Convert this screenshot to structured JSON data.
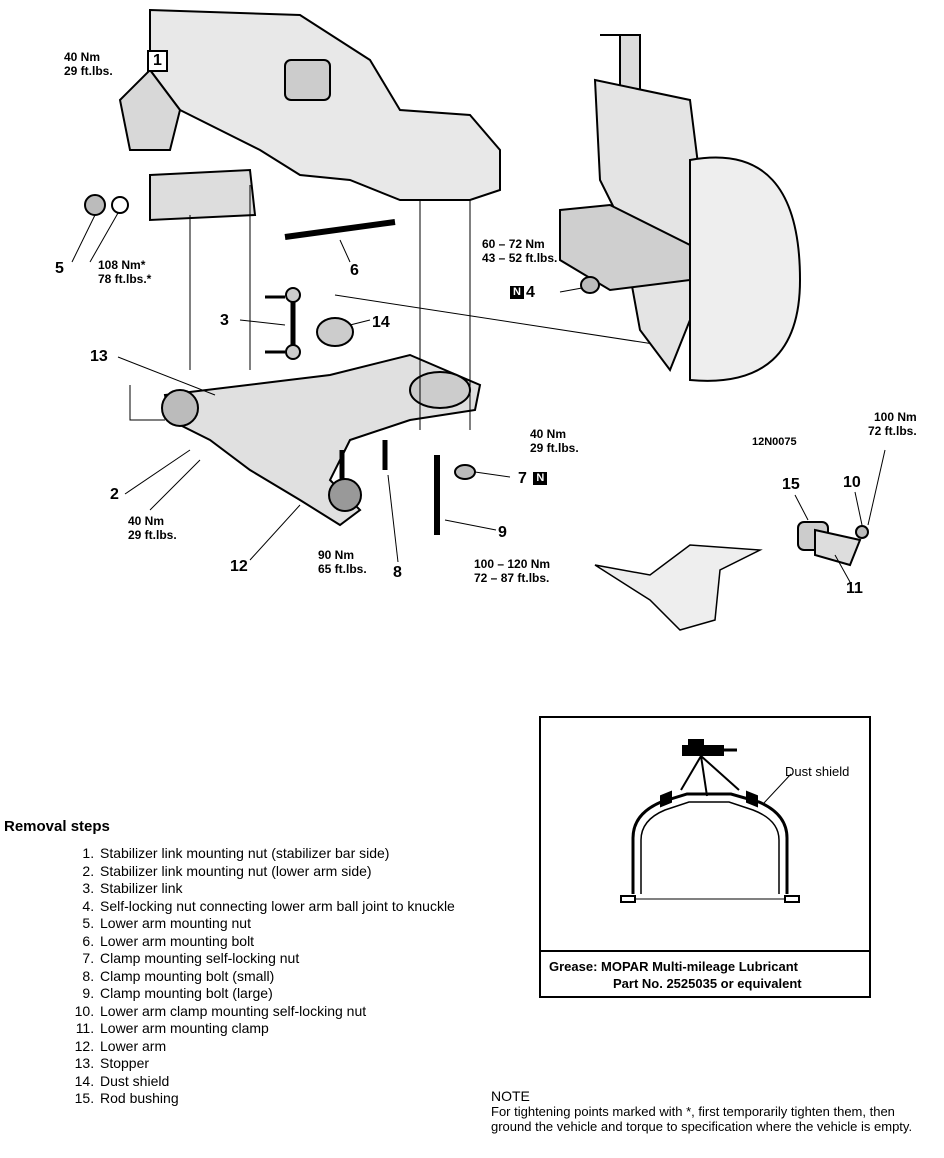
{
  "figure_code": "12N0075",
  "callouts": {
    "c1": "1",
    "c2": "2",
    "c3": "3",
    "c4": "4",
    "c5": "5",
    "c6": "6",
    "c7": "7",
    "c8": "8",
    "c9": "9",
    "c10": "10",
    "c11": "11",
    "c12": "12",
    "c13": "13",
    "c14": "14",
    "c15": "15"
  },
  "torques": {
    "t1": "40 Nm\n29 ft.lbs.",
    "t2": "40 Nm\n29 ft.lbs.",
    "t4": "60 – 72 Nm\n43 – 52 ft.lbs.",
    "t5": "108 Nm*\n78 ft.lbs.*",
    "t7": "40 Nm\n29 ft.lbs.",
    "t8": "90 Nm\n65 ft.lbs.",
    "t9": "100 – 120 Nm\n72 – 87 ft.lbs.",
    "t10": "100 Nm\n72 ft.lbs."
  },
  "badge_new": "N",
  "removal": {
    "title": "Removal steps",
    "steps": [
      "Stabilizer link mounting nut (stabilizer bar side)",
      "Stabilizer link mounting nut (lower arm side)",
      "Stabilizer link",
      "Self-locking nut connecting lower arm ball joint to knuckle",
      "Lower arm mounting nut",
      "Lower arm mounting bolt",
      "Clamp mounting self-locking nut",
      "Clamp mounting bolt (small)",
      "Clamp mounting bolt (large)",
      "Lower arm clamp mounting self-locking nut",
      "Lower arm mounting clamp",
      "Lower arm",
      "Stopper",
      "Dust shield",
      "Rod bushing"
    ]
  },
  "grease_box": {
    "dust_shield_label": "Dust shield",
    "grease_line": "Grease: MOPAR Multi-mileage Lubricant",
    "part_line": "Part No. 2525035 or equivalent"
  },
  "note": {
    "title": "NOTE",
    "text": "For tightening points marked with *, first temporarily tighten them, then ground the vehicle and torque to specification where the vehicle is empty."
  }
}
